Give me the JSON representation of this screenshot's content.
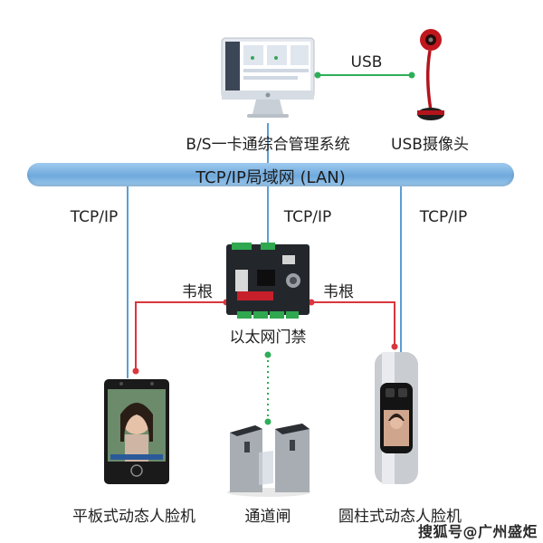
{
  "nodes": {
    "management_system": "B/S一卡通综合管理系统",
    "usb_camera": "USB摄像头",
    "access_controller": "以太网门禁",
    "tablet_face": "平板式动态人脸机",
    "turnstile": "通道闸",
    "pillar_face": "圆柱式动态人脸机"
  },
  "network": {
    "bus_label": "TCP/IP局域网 (LAN)"
  },
  "edges": {
    "usb": "USB",
    "tcpip_left": "TCP/IP",
    "tcpip_center": "TCP/IP",
    "tcpip_right": "TCP/IP",
    "wiegand_left": "韦根",
    "wiegand_right": "韦根"
  },
  "colors": {
    "lan_line": "#5a9fd6",
    "usb_line": "#2fae5a",
    "wiegand_line": "#d9363e",
    "bus_fill": "#7fb3e3"
  },
  "watermark": "搜狐号@广州盛炬"
}
